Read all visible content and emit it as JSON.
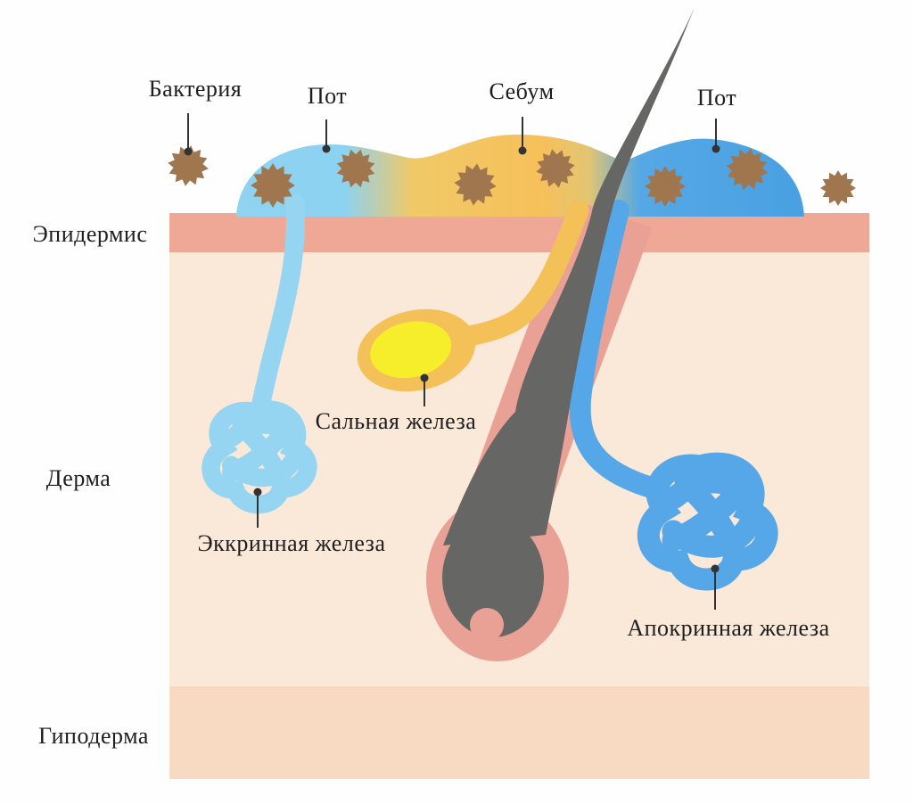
{
  "diagram": {
    "subject": "skin-anatomy-sweat-and-sebum"
  },
  "labels": {
    "bacteria": "Бактерия",
    "sweat_left": "Пот",
    "sebum": "Себум",
    "sweat_right": "Пот",
    "epidermis": "Эпидермис",
    "dermis": "Дерма",
    "hypodermis": "Гиподерма",
    "sebaceous_gland": "Сальная железа",
    "eccrine_gland": "Эккринная железа",
    "apocrine_gland": "Апокринная железа"
  },
  "icons": {
    "bacteria_icon": "star-burst-microbe",
    "pointer_icon": "leader-line-with-dot"
  },
  "colors": {
    "epidermis": "#f0a896",
    "dermis": "#fae8d8",
    "hypodermis": "#f8d9c2",
    "hair": "#666665",
    "follicle": "#e9a196",
    "sebaceous_outer": "#f4c159",
    "sebaceous_inner": "#f6ee2b",
    "eccrine": "#96d5f2",
    "apocrine": "#55a7e8",
    "sweat_film_left": "#8fd3f1",
    "sebum_film": "#f6c05a",
    "sweat_film_right": "#4aa0e2",
    "bacteria": "#a0764f",
    "pointer": "#333333",
    "label_text": "#1e1e1e"
  }
}
